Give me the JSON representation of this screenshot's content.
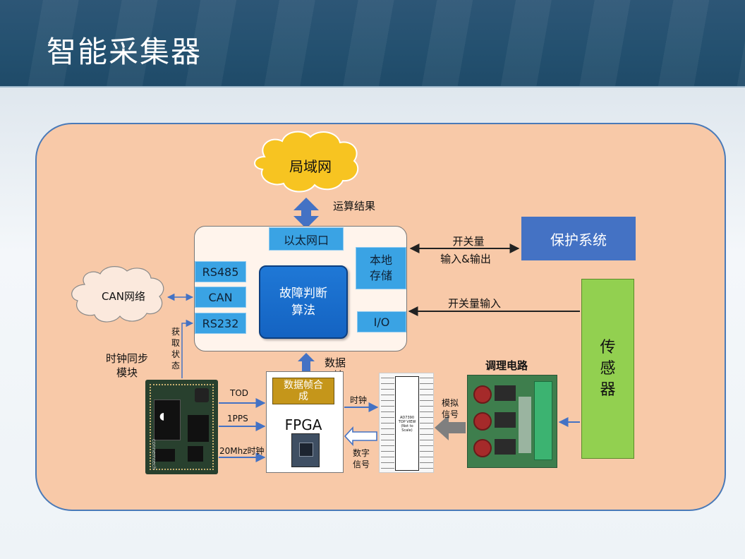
{
  "page": {
    "title": "智能采集器"
  },
  "diagram": {
    "cloud_lan": "局域网",
    "cloud_can": "CAN网络",
    "ethernet_port": "以太网口",
    "local_storage_line1": "本地",
    "local_storage_line2": "存储",
    "rs485": "RS485",
    "can": "CAN",
    "rs232": "RS232",
    "algo_line1": "故障判断",
    "algo_line2": "算法",
    "io": "I/O",
    "protection_system": "保护系统",
    "sensor_line1": "传",
    "sensor_line2": "感",
    "sensor_line3": "器",
    "conditioning_circuit": "调理电路",
    "fpga_framing_line1": "数据帧合",
    "fpga_framing_line2": "成",
    "fpga": "FPGA",
    "labels": {
      "calc_result": "运算结果",
      "switch_io_line1": "开关量",
      "switch_io_line2": "输入&输出",
      "switch_input": "开关量输入",
      "acquire_state": [
        "获",
        "取",
        "状",
        "态"
      ],
      "clock_sync_line1": "时钟同步",
      "clock_sync_line2": "模块",
      "data_frame_line1": "数据",
      "data_frame_line2": "帧",
      "tod": "TOD",
      "pps": "1PPS",
      "clk20": "20Mhz时钟",
      "clock": "时钟",
      "digital_signal_line1": "数字",
      "digital_signal_line2": "信号",
      "analog_signal_line1": "模拟",
      "analog_signal_line2": "信号"
    },
    "adc_chip": {
      "name": "AD7390",
      "subtitle_line1": "TOP VIEW",
      "subtitle_line2": "(Not to Scale)"
    },
    "module_brand": "connemtech"
  },
  "colors": {
    "panel_fill": "#f8c9a8",
    "panel_border": "#4a7ab8",
    "label_blue": "#3aa3e4",
    "algo_blue": "#1f78d6",
    "protection_blue": "#4472c4",
    "sensor_green": "#92d050",
    "fpga_gold": "#c5961a",
    "cloud_yellow": "#f7c421",
    "arrow_blue": "#4472c4",
    "arrow_gray": "#7f7f7f"
  },
  "icons": [
    "cloud-icon",
    "arrow-icon",
    "chip-icon",
    "circuit-board-icon"
  ]
}
